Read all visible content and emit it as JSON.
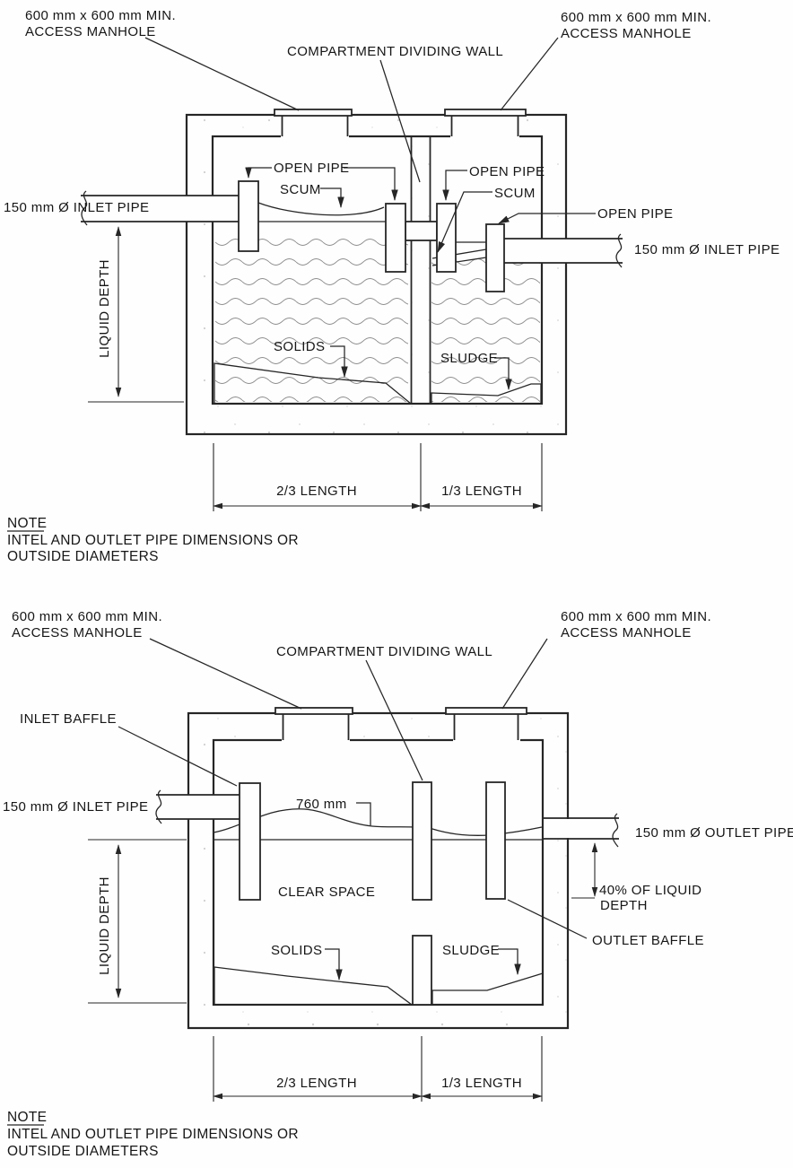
{
  "top_diagram": {
    "title_hint": "two-compartment septic tank section with open pipes",
    "manhole_left": {
      "line1": "600 mm x 600 mm MIN.",
      "line2": "ACCESS MANHOLE"
    },
    "manhole_right": {
      "line1": "600 mm x 600 mm MIN.",
      "line2": "ACCESS MANHOLE"
    },
    "dividing_wall": "COMPARTMENT DIVIDING WALL",
    "open_pipe_1": "OPEN PIPE",
    "open_pipe_2": "OPEN PIPE",
    "open_pipe_3": "OPEN PIPE",
    "scum_1": "SCUM",
    "scum_2": "SCUM",
    "inlet_pipe_left": "150 mm Ø INLET PIPE",
    "inlet_pipe_right": "150 mm Ø INLET PIPE",
    "liquid_depth": "LIQUID DEPTH",
    "solids": "SOLIDS",
    "sludge": "SLUDGE",
    "dim_two_thirds": "2/3 LENGTH",
    "dim_one_third": "1/3 LENGTH",
    "note": {
      "title": "NOTE",
      "line1": "INTEL AND OUTLET PIPE DIMENSIONS OR",
      "line2": "OUTSIDE DIAMETERS"
    }
  },
  "bottom_diagram": {
    "title_hint": "two-compartment septic tank section with baffles",
    "manhole_left": {
      "line1": "600 mm x 600 mm MIN.",
      "line2": "ACCESS MANHOLE"
    },
    "manhole_right": {
      "line1": "600 mm x 600 mm MIN.",
      "line2": "ACCESS MANHOLE"
    },
    "dividing_wall": "COMPARTMENT DIVIDING WALL",
    "inlet_baffle": "INLET BAFFLE",
    "outlet_baffle": "OUTLET BAFFLE",
    "inlet_pipe": "150 mm Ø INLET PIPE",
    "outlet_pipe": "150 mm Ø OUTLET PIPE",
    "dim_760": "760 mm",
    "clear_space": "CLEAR SPACE",
    "forty_percent_line1": "40% OF LIQUID",
    "forty_percent_line2": "DEPTH",
    "liquid_depth": "LIQUID DEPTH",
    "solids": "SOLIDS",
    "sludge": "SLUDGE",
    "dim_two_thirds": "2/3 LENGTH",
    "dim_one_third": "1/3 LENGTH",
    "note": {
      "title": "NOTE",
      "line1": "INTEL AND OUTLET PIPE DIMENSIONS OR",
      "line2": "OUTSIDE DIAMETERS"
    }
  },
  "colors": {
    "line": "#262626",
    "text": "#161616",
    "water_ripple": "#8f8f8f",
    "sediment_dot": "#6e6e6e"
  }
}
